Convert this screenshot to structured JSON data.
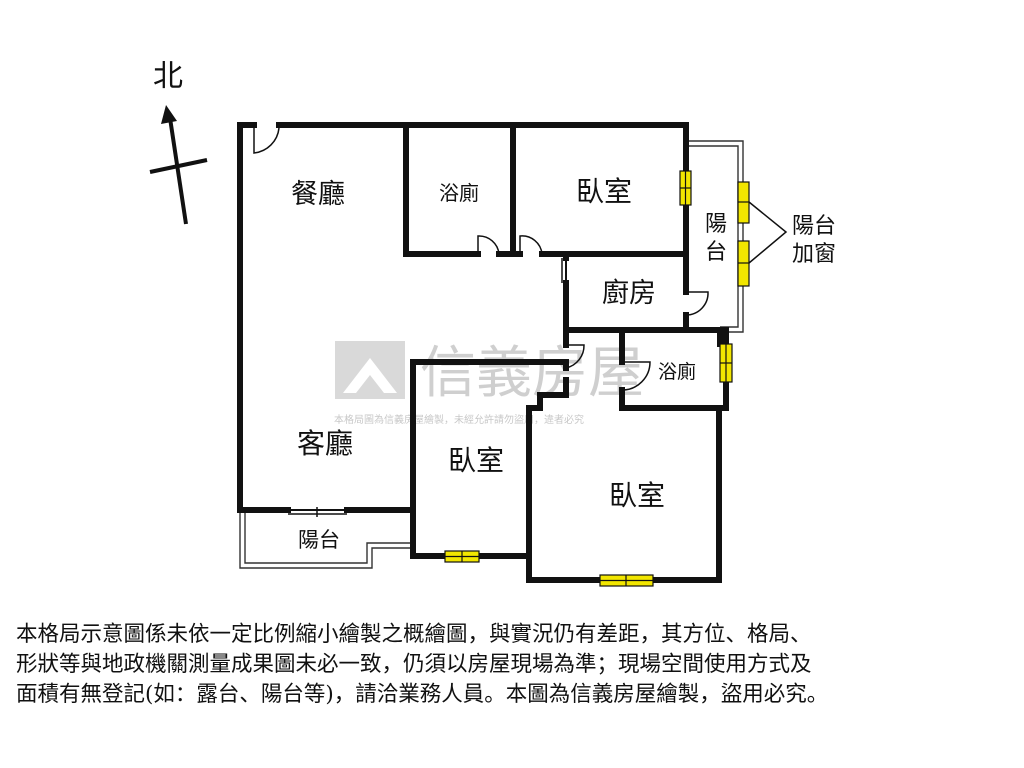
{
  "compass": {
    "north_label": "北"
  },
  "watermark": {
    "brand": "信義房屋",
    "notice": "本格局圖為信義房屋繪製，未經允許請勿盜用，違者必究"
  },
  "rooms": {
    "dining": "餐廳",
    "bath_top": "浴廁",
    "bedroom_top": "臥室",
    "balcony_right_1": "陽",
    "balcony_right_2": "台",
    "window_note_1": "陽台",
    "window_note_2": "加窗",
    "kitchen": "廚房",
    "bath_mid": "浴廁",
    "living": "客廳",
    "bedroom_mid": "臥室",
    "bedroom_bottom": "臥室",
    "balcony_bottom": "陽台"
  },
  "disclaimer": {
    "line1": "本格局示意圖係未依一定比例縮小繪製之概繪圖，與實況仍有差距，其方位、格局、",
    "line2": "形狀等與地政機關測量成果圖未必一致，仍須以房屋現場為準；現場空間使用方式及",
    "line3": "面積有無登記(如：露台、陽台等)，請洽業務人員。本圖為信義房屋繪製，盜用必究。"
  },
  "colors": {
    "wall": "#111111",
    "window": "#f2e600",
    "watermark": "#cfcfcf"
  }
}
